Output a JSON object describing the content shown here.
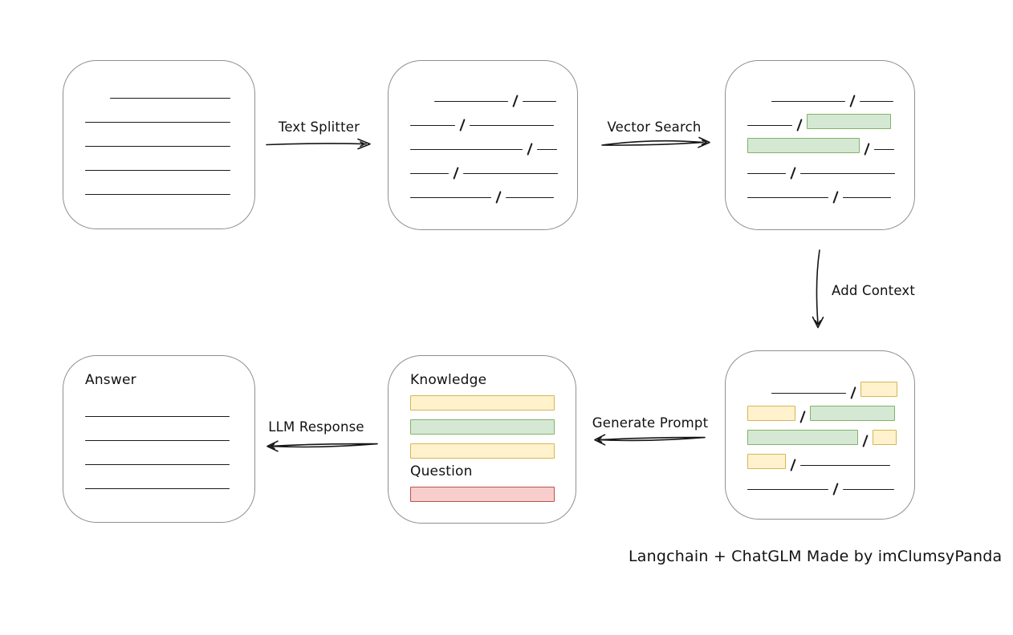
{
  "caption": "Langchain + ChatGLM Made by imClumsyPanda",
  "colors": {
    "box_border": "#8f8f8f",
    "line": "#1a1a1a",
    "green_fill": "#d5e8d4",
    "green_border": "#82b366",
    "yellow_fill": "#fff2cc",
    "yellow_border": "#d6b656",
    "red_fill": "#f8cecc",
    "red_border": "#b85450"
  },
  "labels": {
    "text_splitter": "Text Splitter",
    "vector_search": "Vector Search",
    "add_context": "Add Context",
    "generate_prompt": "Generate Prompt",
    "llm_response": "LLM Response"
  },
  "nodes": {
    "document": {
      "rows": [
        [
          {
            "t": "space",
            "w": 31
          },
          {
            "t": "line",
            "w": 150
          }
        ],
        [
          {
            "t": "line",
            "w": 181
          }
        ],
        [
          {
            "t": "line",
            "w": 181
          }
        ],
        [
          {
            "t": "line",
            "w": 181
          }
        ],
        [
          {
            "t": "line",
            "w": 181
          }
        ]
      ]
    },
    "chunks": {
      "rows": [
        [
          {
            "t": "space",
            "w": 30
          },
          {
            "t": "line",
            "w": 92
          },
          {
            "t": "slash"
          },
          {
            "t": "line",
            "w": 42
          }
        ],
        [
          {
            "t": "line",
            "w": 56
          },
          {
            "t": "slash"
          },
          {
            "t": "line",
            "w": 105
          }
        ],
        [
          {
            "t": "line",
            "w": 140
          },
          {
            "t": "slash"
          },
          {
            "t": "line",
            "w": 25
          }
        ],
        [
          {
            "t": "line",
            "w": 48
          },
          {
            "t": "slash"
          },
          {
            "t": "line",
            "w": 118
          }
        ],
        [
          {
            "t": "line",
            "w": 101
          },
          {
            "t": "slash"
          },
          {
            "t": "line",
            "w": 60
          }
        ]
      ]
    },
    "search_results": {
      "rows": [
        [
          {
            "t": "space",
            "w": 30
          },
          {
            "t": "line",
            "w": 92
          },
          {
            "t": "slash"
          },
          {
            "t": "line",
            "w": 42
          }
        ],
        [
          {
            "t": "line",
            "w": 56
          },
          {
            "t": "slash"
          },
          {
            "t": "green",
            "w": 105
          }
        ],
        [
          {
            "t": "green",
            "w": 140
          },
          {
            "t": "slash"
          },
          {
            "t": "line",
            "w": 25
          }
        ],
        [
          {
            "t": "line",
            "w": 48
          },
          {
            "t": "slash"
          },
          {
            "t": "line",
            "w": 118
          }
        ],
        [
          {
            "t": "line",
            "w": 101
          },
          {
            "t": "slash"
          },
          {
            "t": "line",
            "w": 60
          }
        ]
      ]
    },
    "context": {
      "rows": [
        [
          {
            "t": "space",
            "w": 30
          },
          {
            "t": "line",
            "w": 93
          },
          {
            "t": "slash"
          },
          {
            "t": "yellow",
            "w": 46
          }
        ],
        [
          {
            "t": "yellow",
            "w": 60
          },
          {
            "t": "slash"
          },
          {
            "t": "green",
            "w": 106
          }
        ],
        [
          {
            "t": "green",
            "w": 138
          },
          {
            "t": "slash"
          },
          {
            "t": "yellow",
            "w": 30
          }
        ],
        [
          {
            "t": "yellow",
            "w": 48
          },
          {
            "t": "slash"
          },
          {
            "t": "line",
            "w": 112
          }
        ],
        [
          {
            "t": "line",
            "w": 101
          },
          {
            "t": "slash"
          },
          {
            "t": "line",
            "w": 64
          }
        ]
      ]
    },
    "prompt": {
      "knowledge_label": "Knowledge",
      "question_label": "Question",
      "knowledge_bars": [
        {
          "c": "yellow"
        },
        {
          "c": "green"
        },
        {
          "c": "yellow"
        }
      ],
      "question_bars": [
        {
          "c": "red"
        }
      ]
    },
    "answer": {
      "label": "Answer",
      "rows": [
        [
          {
            "t": "line",
            "w": 180
          }
        ],
        [
          {
            "t": "line",
            "w": 180
          }
        ],
        [
          {
            "t": "line",
            "w": 180
          }
        ],
        [
          {
            "t": "line",
            "w": 180
          }
        ]
      ]
    }
  }
}
